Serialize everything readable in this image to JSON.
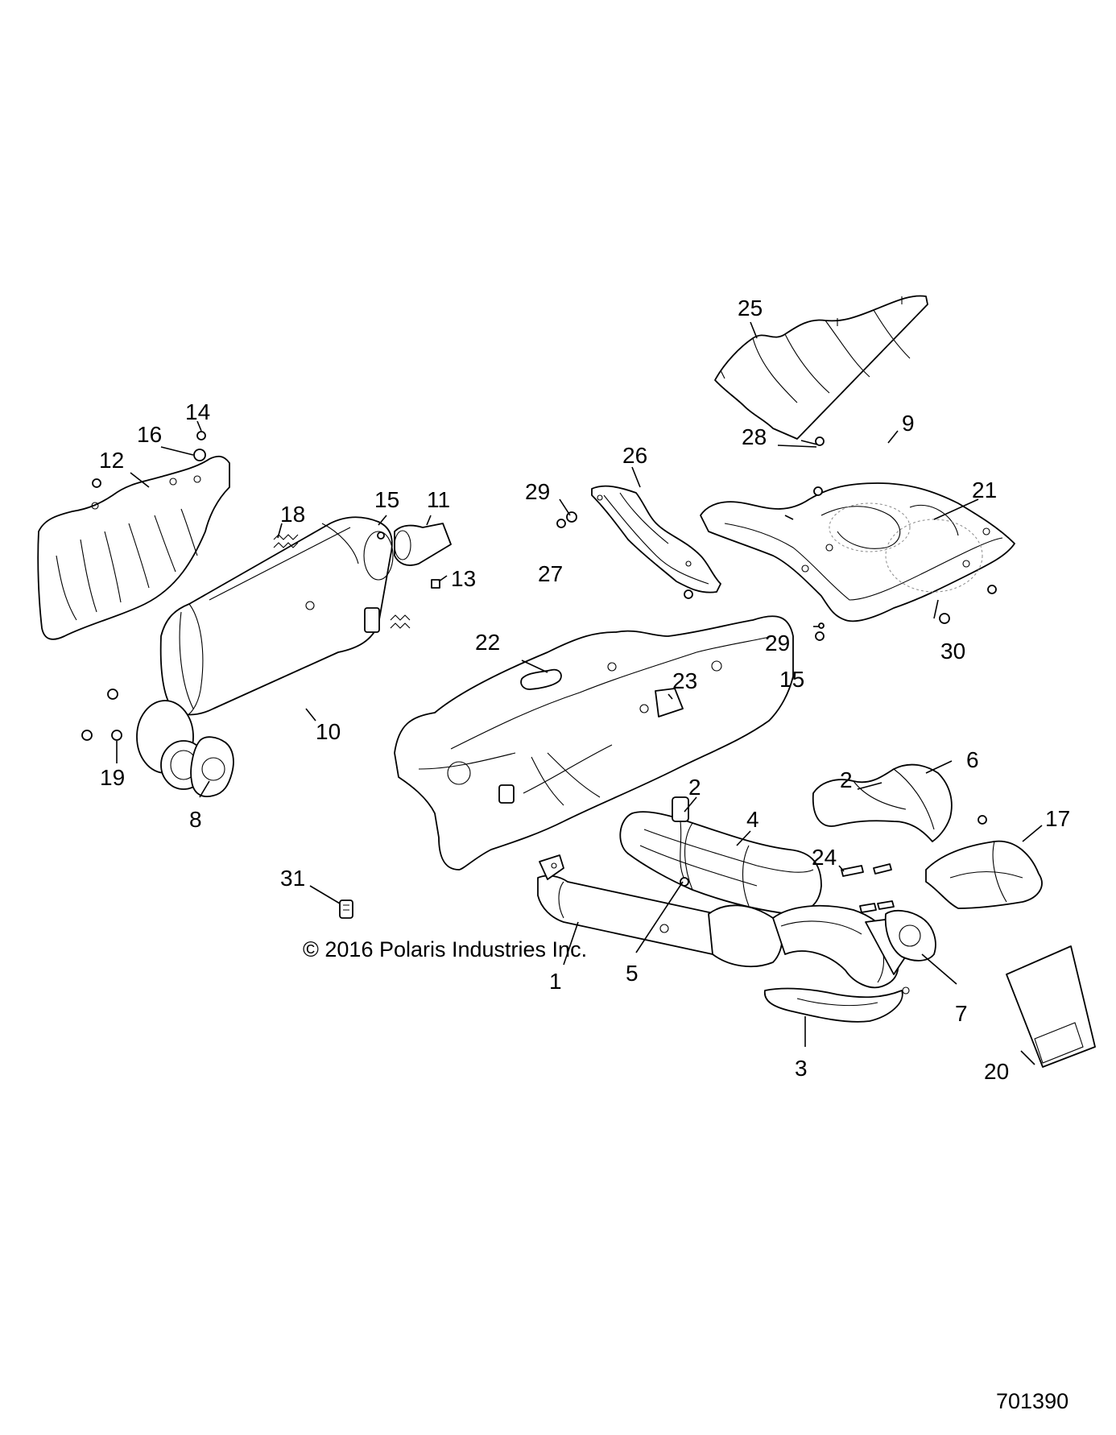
{
  "copyright": "© 2016 Polaris Industries Inc.",
  "diagram_number": "701390",
  "callouts": {
    "c25": "25",
    "c9": "9",
    "c28": "28",
    "c26": "26",
    "c21": "21",
    "c29a": "29",
    "c27": "27",
    "c29b": "29",
    "c30": "30",
    "c15a": "15",
    "c14": "14",
    "c16": "16",
    "c12": "12",
    "c18": "18",
    "c15b": "15",
    "c11": "11",
    "c13": "13",
    "c22": "22",
    "c23": "23",
    "c10": "10",
    "c19": "19",
    "c8": "8",
    "c2a": "2",
    "c6": "6",
    "c2b": "2",
    "c4": "4",
    "c17": "17",
    "c24": "24",
    "c31": "31",
    "c1": "1",
    "c5": "5",
    "c7": "7",
    "c3": "3",
    "c20": "20"
  }
}
